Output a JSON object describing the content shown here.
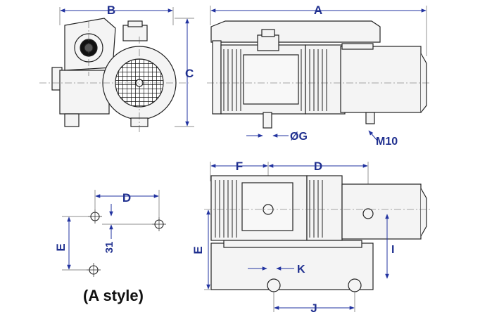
{
  "colors": {
    "dimension": "#2233a0",
    "outline": "#222222",
    "centerline": "#444444",
    "body_fill": "#f4f4f4",
    "dark_fill": "#111111"
  },
  "labels": {
    "B": "B",
    "A": "A",
    "C": "C",
    "G": "ØG",
    "M": "M10",
    "F": "F",
    "D_side": "D",
    "D_pattern": "D",
    "E_pattern": "E",
    "E_side": "E",
    "dim31": "31",
    "I": "I",
    "K": "K",
    "J": "J"
  },
  "caption": "(A style)"
}
